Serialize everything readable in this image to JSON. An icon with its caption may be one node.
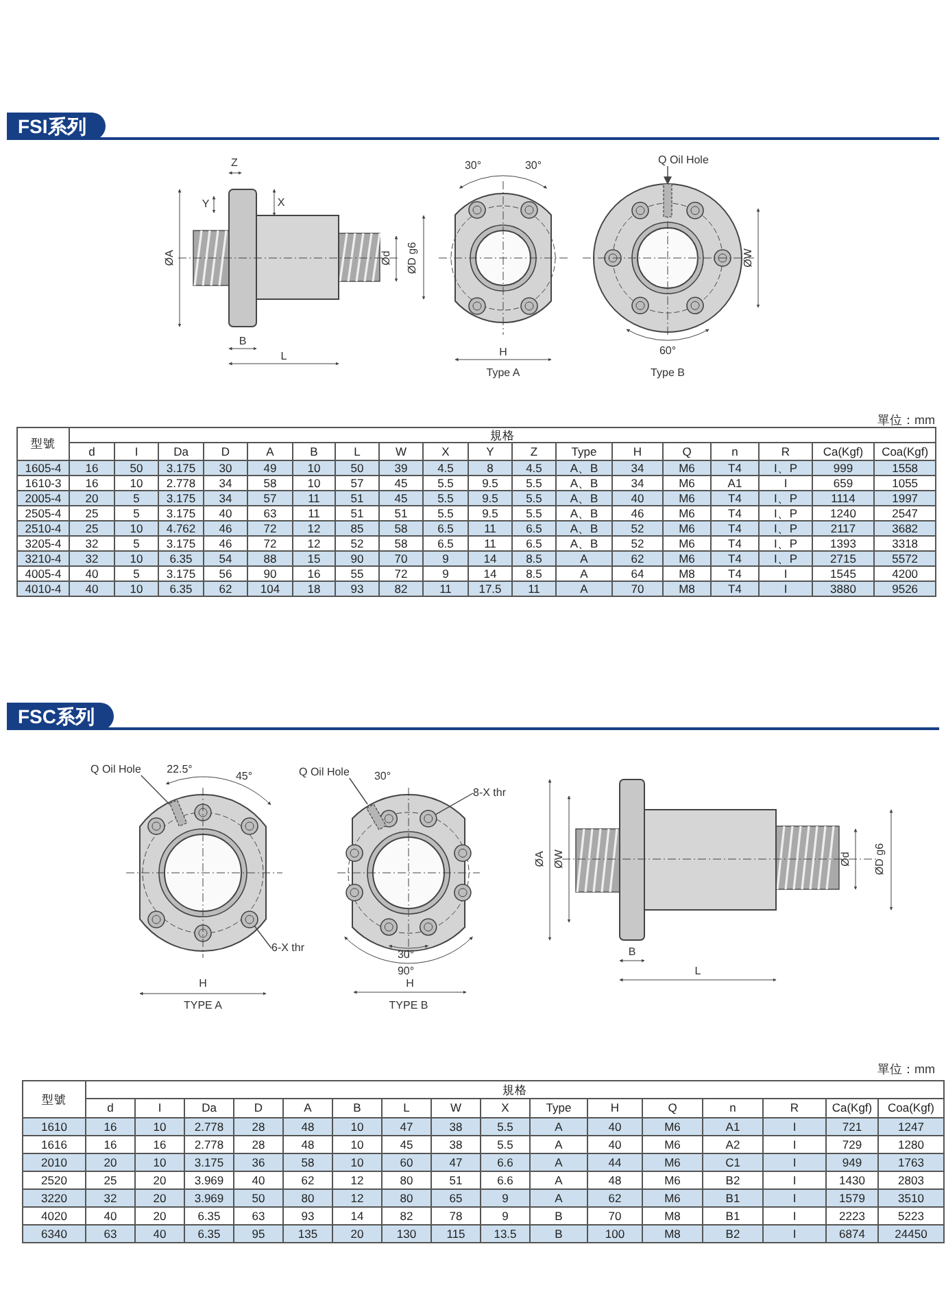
{
  "diagram": {
    "nodes": [
      {
        "text": [
          "Q Oil Hole"
        ]
      },
      {
        "text": [
          "Q Oil Hole"
        ]
      },
      {
        "text": [
          "6-X thr"
        ]
      },
      {
        "text": [
          "Q Oil Hole"
        ]
      },
      {
        "text": [
          "8-X thr"
        ]
      },
      {
        "text": [],
        "shape": "box"
      },
      {
        "text": [],
        "shape": "box"
      },
      {
        "text": [],
        "shape": "circle"
      },
      {
        "text": [],
        "shape": "box"
      },
      {
        "text": [],
        "shape": "circle"
      }
    ],
    "edges": [
      {
        "from": 0,
        "to": 5,
        "arrow": "to"
      },
      {
        "from": 1,
        "to": 6,
        "arrow": "none"
      },
      {
        "from": 2,
        "to": 7,
        "arrow": "none"
      },
      {
        "from": 3,
        "to": 8,
        "arrow": "none"
      },
      {
        "from": 4,
        "to": 9,
        "arrow": "none"
      }
    ],
    "labels": [
      "FSI系列",
      "Z",
      "Y",
      "X",
      "ØA",
      "Ød",
      "ØD g6",
      "B",
      "L",
      "30°",
      "30°",
      "H",
      "Type A",
      "ØW",
      "60°",
      "Type B",
      "單位：mm",
      "型號",
      "規格",
      "d",
      "I",
      "Da",
      "D",
      "A",
      "B",
      "L",
      "W",
      "X",
      "Y",
      "Z",
      "Type",
      "H",
      "Q",
      "n",
      "R",
      "Ca(Kgf)",
      "Coa(Kgf)",
      "1605-4",
      "16",
      "50",
      "3.175",
      "30",
      "49",
      "10",
      "50",
      "39",
      "4.5",
      "8",
      "4.5",
      "A、B",
      "34",
      "M6",
      "T4",
      "I、P",
      "999",
      "1558",
      "1610-3",
      "16",
      "10",
      "2.778",
      "34",
      "58",
      "10",
      "57",
      "45",
      "5.5",
      "9.5",
      "5.5",
      "A、B",
      "34",
      "M6",
      "A1",
      "I",
      "659",
      "1055",
      "2005-4",
      "20",
      "5",
      "3.175",
      "34",
      "57",
      "11",
      "51",
      "45",
      "5.5",
      "9.5",
      "5.5",
      "A、B",
      "40",
      "M6",
      "T4",
      "I、P",
      "1114",
      "1997",
      "2505-4",
      "25",
      "5",
      "3.175",
      "40",
      "63",
      "11",
      "51",
      "51",
      "5.5",
      "9.5",
      "5.5",
      "A、B",
      "46",
      "M6",
      "T4",
      "I、P",
      "1240",
      "2547",
      "2510-4",
      "25",
      "10",
      "4.762",
      "46",
      "72",
      "12",
      "85",
      "58",
      "6.5",
      "11",
      "6.5",
      "A、B",
      "52",
      "M6",
      "T4",
      "I、P",
      "2117",
      "3682",
      "3205-4",
      "32",
      "5",
      "3.175",
      "46",
      "72",
      "12",
      "52",
      "58",
      "6.5",
      "11",
      "6.5",
      "A、B",
      "52",
      "M6",
      "T4",
      "I、P",
      "1393",
      "3318",
      "3210-4",
      "32",
      "10",
      "6.35",
      "54",
      "88",
      "15",
      "90",
      "70",
      "9",
      "14",
      "8.5",
      "A",
      "62",
      "M6",
      "T4",
      "I、P",
      "2715",
      "5572",
      "4005-4",
      "40",
      "5",
      "3.175",
      "56",
      "90",
      "16",
      "55",
      "72",
      "9",
      "14",
      "8.5",
      "A",
      "64",
      "M8",
      "T4",
      "I",
      "1545",
      "4200",
      "4010-4",
      "40",
      "10",
      "6.35",
      "62",
      "104",
      "18",
      "93",
      "82",
      "11",
      "17.5",
      "11",
      "A",
      "70",
      "M8",
      "T4",
      "I",
      "3880",
      "9526",
      "FSC系列",
      "22.5°",
      "45°",
      "30°",
      "ØA",
      "ØW",
      "Ød",
      "ØD g6",
      "30°",
      "B",
      "90°",
      "L",
      "H",
      "H",
      "TYPE A",
      "TYPE B",
      "單位：mm",
      "型號",
      "規格",
      "d",
      "I",
      "Da",
      "D",
      "A",
      "B",
      "L",
      "W",
      "X",
      "Type",
      "H",
      "Q",
      "n",
      "R",
      "Ca(Kgf)",
      "Coa(Kgf)",
      "1610",
      "16",
      "10",
      "2.778",
      "28",
      "48",
      "10",
      "47",
      "38",
      "5.5",
      "A",
      "40",
      "M6",
      "A1",
      "I",
      "721",
      "1247",
      "1616",
      "16",
      "16",
      "2.778",
      "28",
      "48",
      "10",
      "45",
      "38",
      "5.5",
      "A",
      "40",
      "M6",
      "A2",
      "I",
      "729",
      "1280",
      "2010",
      "20",
      "10",
      "3.175",
      "36",
      "58",
      "10",
      "60",
      "47",
      "6.6",
      "A",
      "44",
      "M6",
      "C1",
      "I",
      "949",
      "1763",
      "2520",
      "25",
      "20",
      "3.969",
      "40",
      "62",
      "12",
      "80",
      "51",
      "6.6",
      "A",
      "48",
      "M6",
      "B2",
      "I",
      "1430",
      "2803",
      "3220",
      "32",
      "20",
      "3.969",
      "50",
      "80",
      "12",
      "80",
      "65",
      "9",
      "A",
      "62",
      "M6",
      "B1",
      "I",
      "1579",
      "3510",
      "4020",
      "40",
      "20",
      "6.35",
      "63",
      "93",
      "14",
      "82",
      "78",
      "9",
      "B",
      "70",
      "M8",
      "B1",
      "I",
      "2223",
      "5223",
      "6340",
      "63",
      "40",
      "6.35",
      "95",
      "135",
      "20",
      "130",
      "115",
      "13.5",
      "B",
      "100",
      "M8",
      "B2",
      "I",
      "6874",
      "24450"
    ]
  }
}
